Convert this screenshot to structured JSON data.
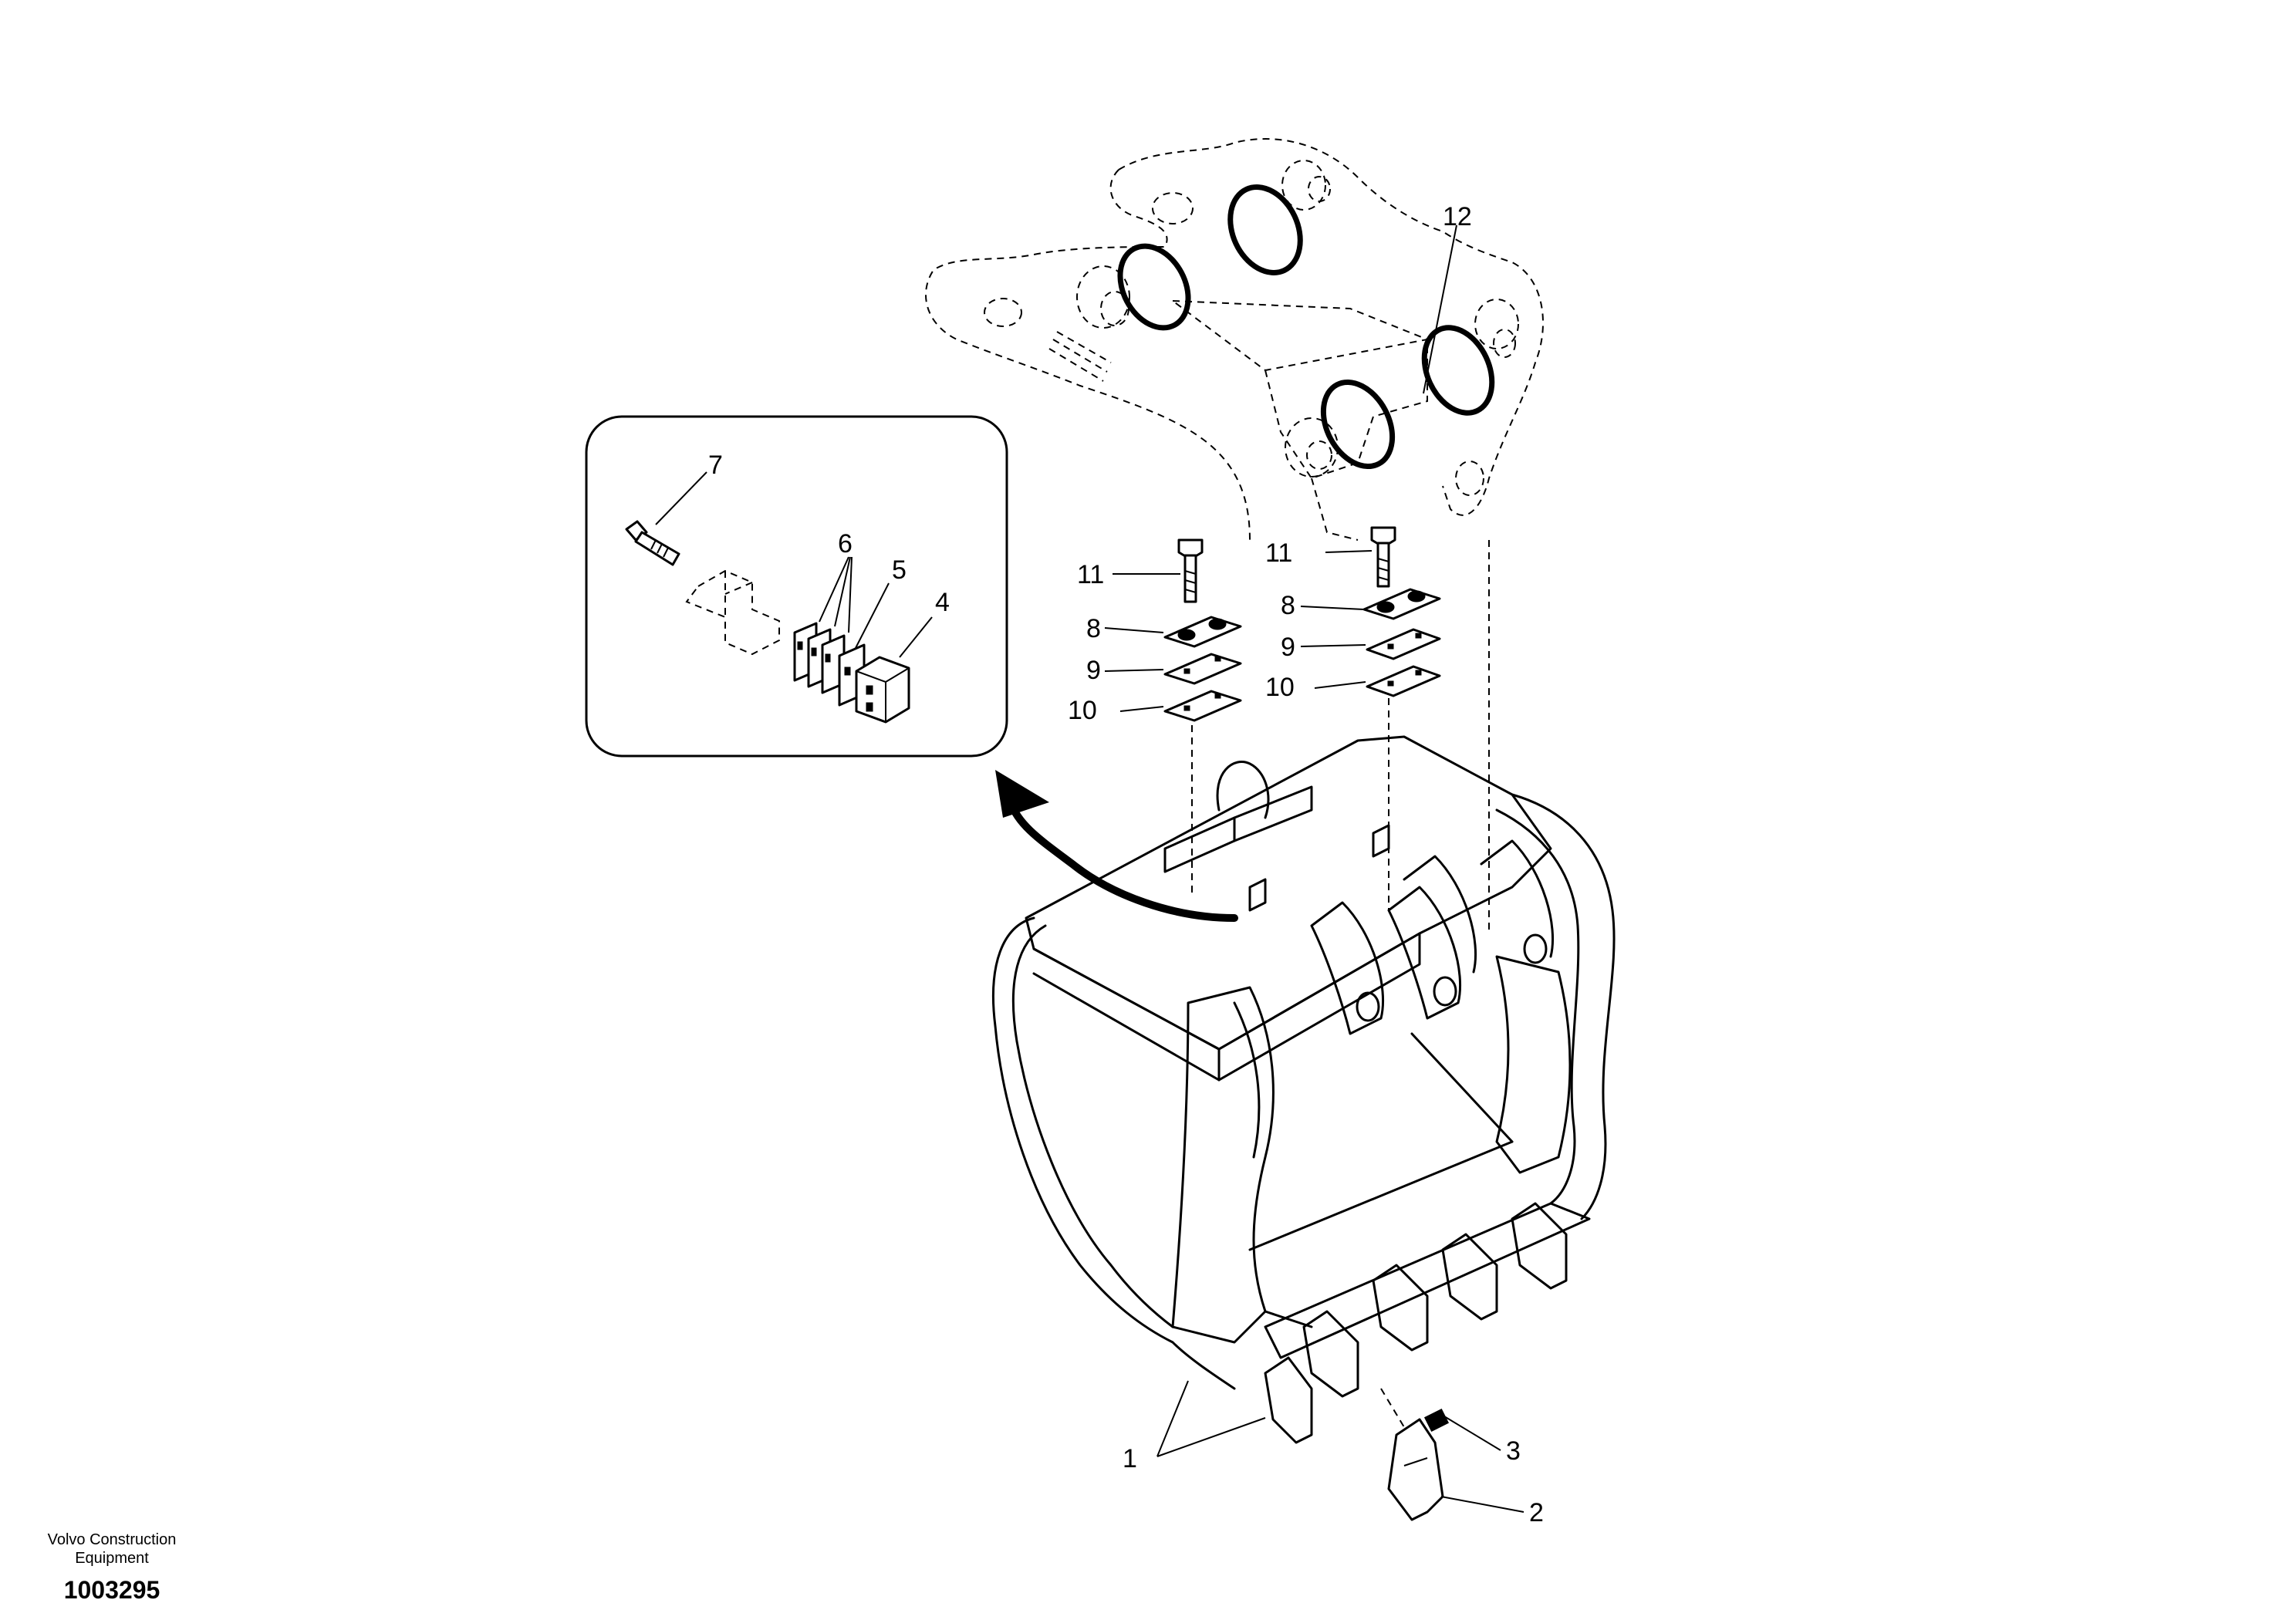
{
  "callouts": {
    "c1": "1",
    "c2": "2",
    "c3": "3",
    "c4": "4",
    "c5": "5",
    "c6": "6",
    "c7": "7",
    "c8a": "8",
    "c8b": "8",
    "c9a": "9",
    "c9b": "9",
    "c10a": "10",
    "c10b": "10",
    "c11a": "11",
    "c11b": "11",
    "c12": "12"
  },
  "footer": {
    "brand_line1": "Volvo Construction",
    "brand_line2": "Equipment",
    "doc_number": "1003295"
  }
}
